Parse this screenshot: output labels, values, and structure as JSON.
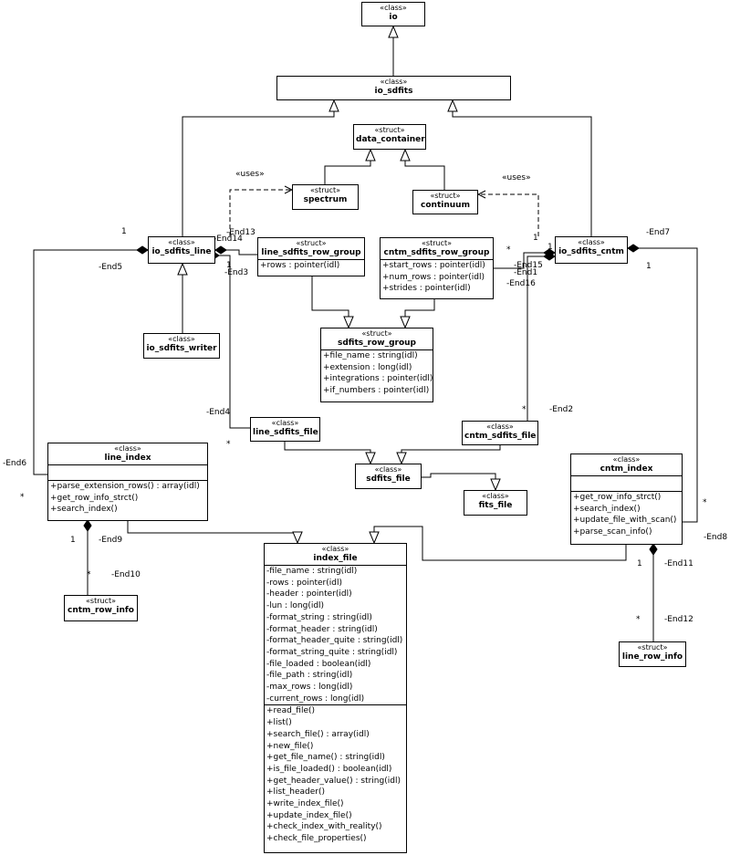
{
  "classes": {
    "io": {
      "stereotype": "«class»",
      "name": "io"
    },
    "io_sdfits": {
      "stereotype": "«class»",
      "name": "io_sdfits"
    },
    "data_container": {
      "stereotype": "«struct»",
      "name": "data_container"
    },
    "spectrum": {
      "stereotype": "«struct»",
      "name": "spectrum"
    },
    "continuum": {
      "stereotype": "«struct»",
      "name": "continuum"
    },
    "io_sdfits_line": {
      "stereotype": "«class»",
      "name": "io_sdfits_line"
    },
    "io_sdfits_cntm": {
      "stereotype": "«class»",
      "name": "io_sdfits_cntm"
    },
    "line_sdfits_row_group": {
      "stereotype": "«struct»",
      "name": "line_sdfits_row_group",
      "attributes": [
        "+rows : pointer(idl)"
      ]
    },
    "cntm_sdfits_row_group": {
      "stereotype": "«struct»",
      "name": "cntm_sdfits_row_group",
      "attributes": [
        "+start_rows : pointer(idl)",
        "+num_rows : pointer(idl)",
        "+strides : pointer(idl)"
      ]
    },
    "io_sdfits_writer": {
      "stereotype": "«class»",
      "name": "io_sdfits_writer"
    },
    "sdfits_row_group": {
      "stereotype": "«struct»",
      "name": "sdfits_row_group",
      "attributes": [
        "+file_name : string(idl)",
        "+extension : long(idl)",
        "+integrations : pointer(idl)",
        "+if_numbers : pointer(idl)"
      ]
    },
    "line_sdfits_file": {
      "stereotype": "«class»",
      "name": "line_sdfits_file"
    },
    "cntm_sdfits_file": {
      "stereotype": "«class»",
      "name": "cntm_sdfits_file"
    },
    "sdfits_file": {
      "stereotype": "«class»",
      "name": "sdfits_file"
    },
    "fits_file": {
      "stereotype": "«class»",
      "name": "fits_file"
    },
    "line_index": {
      "stereotype": "«class»",
      "name": "line_index",
      "methods": [
        "+parse_extension_rows() : array(idl)",
        "+get_row_info_strct()",
        "+search_index()"
      ]
    },
    "cntm_index": {
      "stereotype": "«class»",
      "name": "cntm_index",
      "methods": [
        "+get_row_info_strct()",
        "+search_index()",
        "+update_file_with_scan()",
        "+parse_scan_info()"
      ]
    },
    "index_file": {
      "stereotype": "«class»",
      "name": "index_file",
      "attributes": [
        "-file_name : string(idl)",
        "-rows : pointer(idl)",
        "-header : pointer(idl)",
        "-lun : long(idl)",
        "-format_string : string(idl)",
        "-format_header : string(idl)",
        "-format_header_quite : string(idl)",
        "-format_string_quite : string(idl)",
        "-file_loaded : boolean(idl)",
        "-file_path : string(idl)",
        "-max_rows : long(idl)",
        "-current_rows : long(idl)"
      ],
      "methods": [
        "+read_file()",
        "+list()",
        "+search_file() : array(idl)",
        "+new_file()",
        "+get_file_name() : string(idl)",
        "+is_file_loaded() : boolean(idl)",
        "+get_header_value() : string(idl)",
        "+list_header()",
        "+write_index_file()",
        "+update_index_file()",
        "+check_index_with_reality()",
        "+check_file_properties()"
      ]
    },
    "cntm_row_info": {
      "stereotype": "«struct»",
      "name": "cntm_row_info"
    },
    "line_row_info": {
      "stereotype": "«struct»",
      "name": "line_row_info"
    }
  },
  "labels": {
    "uses_left": "«uses»",
    "uses_right": "«uses»",
    "one_a": "1",
    "one_b": "1",
    "one_c": "1",
    "one_d": "1",
    "one_e": "1",
    "one_f": "1",
    "one_g": "1",
    "star_a": "*",
    "star_b": "*",
    "star_c": "*",
    "star_d": "*",
    "star_e": "*",
    "star_f": "*",
    "star_g": "*",
    "end1": "-End1",
    "end2": "-End2",
    "end3": "-End3",
    "end4": "-End4",
    "end5": "-End5",
    "end6": "-End6",
    "end7": "-End7",
    "end8": "-End8",
    "end9": "-End9",
    "end10": "-End10",
    "end11": "-End11",
    "end12": "-End12",
    "end13": "-End13",
    "end14": "-End14",
    "end15": "-End15",
    "end16": "-End16"
  },
  "colors": {
    "line": "#000000",
    "background": "#ffffff"
  }
}
